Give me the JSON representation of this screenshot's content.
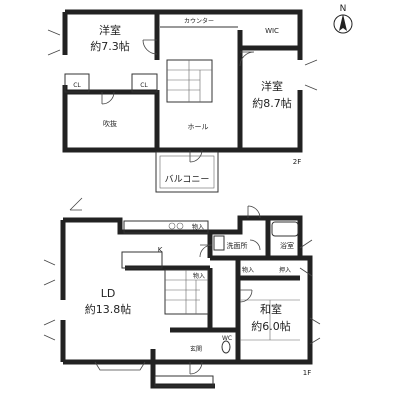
{
  "compass": {
    "north": "N"
  },
  "floor2": {
    "floor_label": "2F",
    "rooms": {
      "western_nw_name": "洋室",
      "western_nw_size": "約7.3帖",
      "counter": "カウンター",
      "wic": "WIC",
      "western_ne_name": "洋室",
      "western_ne_size": "約8.7帖",
      "closet_left": "CL",
      "closet_right": "CL",
      "atrium": "吹抜",
      "hall": "ホール",
      "balcony": "バルコニー"
    }
  },
  "floor1": {
    "floor_label": "1F",
    "rooms": {
      "kitchen": "K",
      "storage_kitchen": "物入",
      "washroom": "洗面所",
      "bath": "浴室",
      "ld_name": "LD",
      "ld_size": "約13.8帖",
      "storage_stair": "物入",
      "storage_mid": "物入",
      "oshiire": "押入",
      "washitsu_name": "和室",
      "washitsu_size": "約6.0帖",
      "entrance": "玄関",
      "wc": "WC"
    }
  }
}
